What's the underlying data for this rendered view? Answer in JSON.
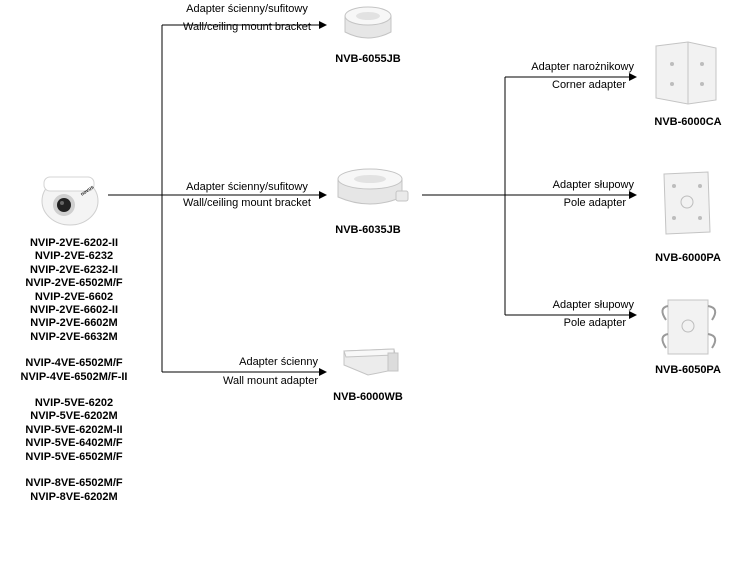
{
  "source": {
    "models": [
      [
        "NVIP-2VE-6202-II",
        "NVIP-2VE-6232",
        "NVIP-2VE-6232-II",
        "NVIP-2VE-6502M/F",
        "NVIP-2VE-6602",
        "NVIP-2VE-6602-II",
        "NVIP-2VE-6602M",
        "NVIP-2VE-6632M"
      ],
      [
        "NVIP-4VE-6502M/F",
        "NVIP-4VE-6502M/F-II"
      ],
      [
        "NVIP-5VE-6202",
        "NVIP-5VE-6202M",
        "NVIP-5VE-6202M-II",
        "NVIP-5VE-6402M/F",
        "NVIP-5VE-6502M/F"
      ],
      [
        "NVIP-8VE-6502M/F",
        "NVIP-8VE-6202M"
      ]
    ],
    "camera_brand": "novus"
  },
  "edges": {
    "jb55": {
      "pl": "Adapter ścienny/sufitowy",
      "en": "Wall/ceiling mount bracket"
    },
    "jb35": {
      "pl": "Adapter ścienny/sufitowy",
      "en": "Wall/ceiling mount bracket"
    },
    "wb": {
      "pl": "Adapter ścienny",
      "en": "Wall mount adapter"
    },
    "ca": {
      "pl": "Adapter narożnikowy",
      "en": "Corner adapter"
    },
    "pa": {
      "pl": "Adapter słupowy",
      "en": "Pole adapter"
    },
    "pa50": {
      "pl": "Adapter słupowy",
      "en": "Pole adapter"
    }
  },
  "nodes": {
    "jb55": "NVB-6055JB",
    "jb35": "NVB-6035JB",
    "wb": "NVB-6000WB",
    "ca": "NVB-6000CA",
    "pa": "NVB-6000PA",
    "pa50": "NVB-6050PA"
  },
  "colors": {
    "line": "#000000",
    "device": "#e9e9e9",
    "device_shade": "#c8c8c8",
    "lens": "#222222"
  }
}
